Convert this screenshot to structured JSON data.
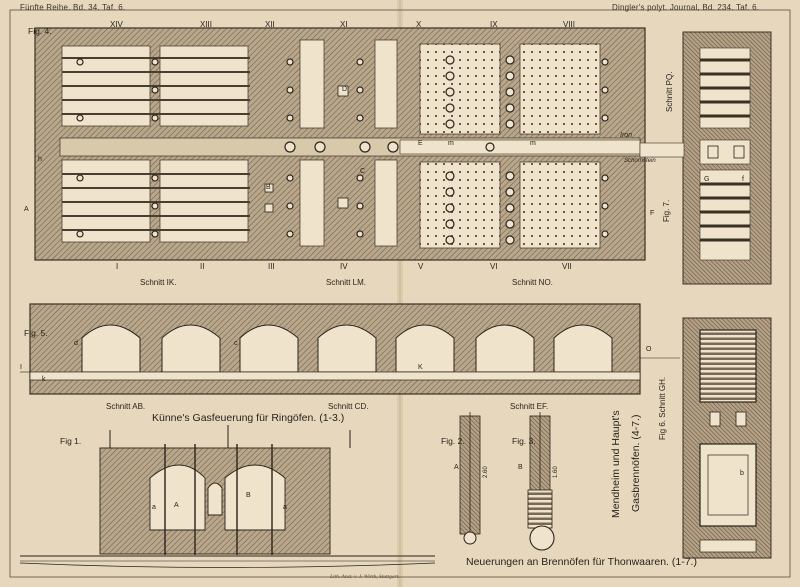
{
  "header": {
    "left": "Fünfte Reihe. Bd. 34. Taf. 6.",
    "right": "Dingler's polyt. Journal, Bd. 234. Taf. 6."
  },
  "figures": {
    "fig4": "Fig. 4.",
    "fig5": "Fig. 5.",
    "fig1": "Fig 1.",
    "fig2": "Fig. 2.",
    "fig3": "Fig. 3.",
    "fig6": "Fig 6. Schnitt GH.",
    "fig7": "Fig. 7."
  },
  "sections": {
    "ik": "Schnitt IK.",
    "lm": "Schnitt LM.",
    "no": "Schnitt NO.",
    "ab": "Schnitt AB.",
    "cd": "Schnitt CD.",
    "ef": "Schnitt EF.",
    "pq": "Schnitt PQ."
  },
  "captions": {
    "kuenne": "Künne's Gasfeuerung für Ringöfen. (1-3.)",
    "mendheim": "Mendheim und Haupt's",
    "gasbrennoefen": "Gasbrennöfen. (4-7.)",
    "neuerungen": "Neuerungen an Brennöfen für Thonwaaren. (1-7.)"
  },
  "roman_numerals": [
    "XIV",
    "XIII",
    "XII",
    "XI",
    "X",
    "IX",
    "VIII"
  ],
  "roman_numerals_bottom": [
    "I",
    "II",
    "III",
    "IV",
    "V",
    "VI",
    "VII"
  ],
  "annotations": {
    "a": "a",
    "b": "b",
    "c": "c",
    "d": "d",
    "f": "f",
    "h": "h",
    "k": "k",
    "m": "m",
    "A": "A",
    "B": "B",
    "C": "C",
    "D": "D",
    "E": "E",
    "F": "F",
    "G": "G",
    "I": "I",
    "K": "K",
    "O": "O",
    "dim1": "2.60",
    "dim2": "1.60",
    "iron": "Iron",
    "schornstein": "Schornstein"
  },
  "imprint": "Lith. Anst. v. J. Wirth, Stuttgart."
}
